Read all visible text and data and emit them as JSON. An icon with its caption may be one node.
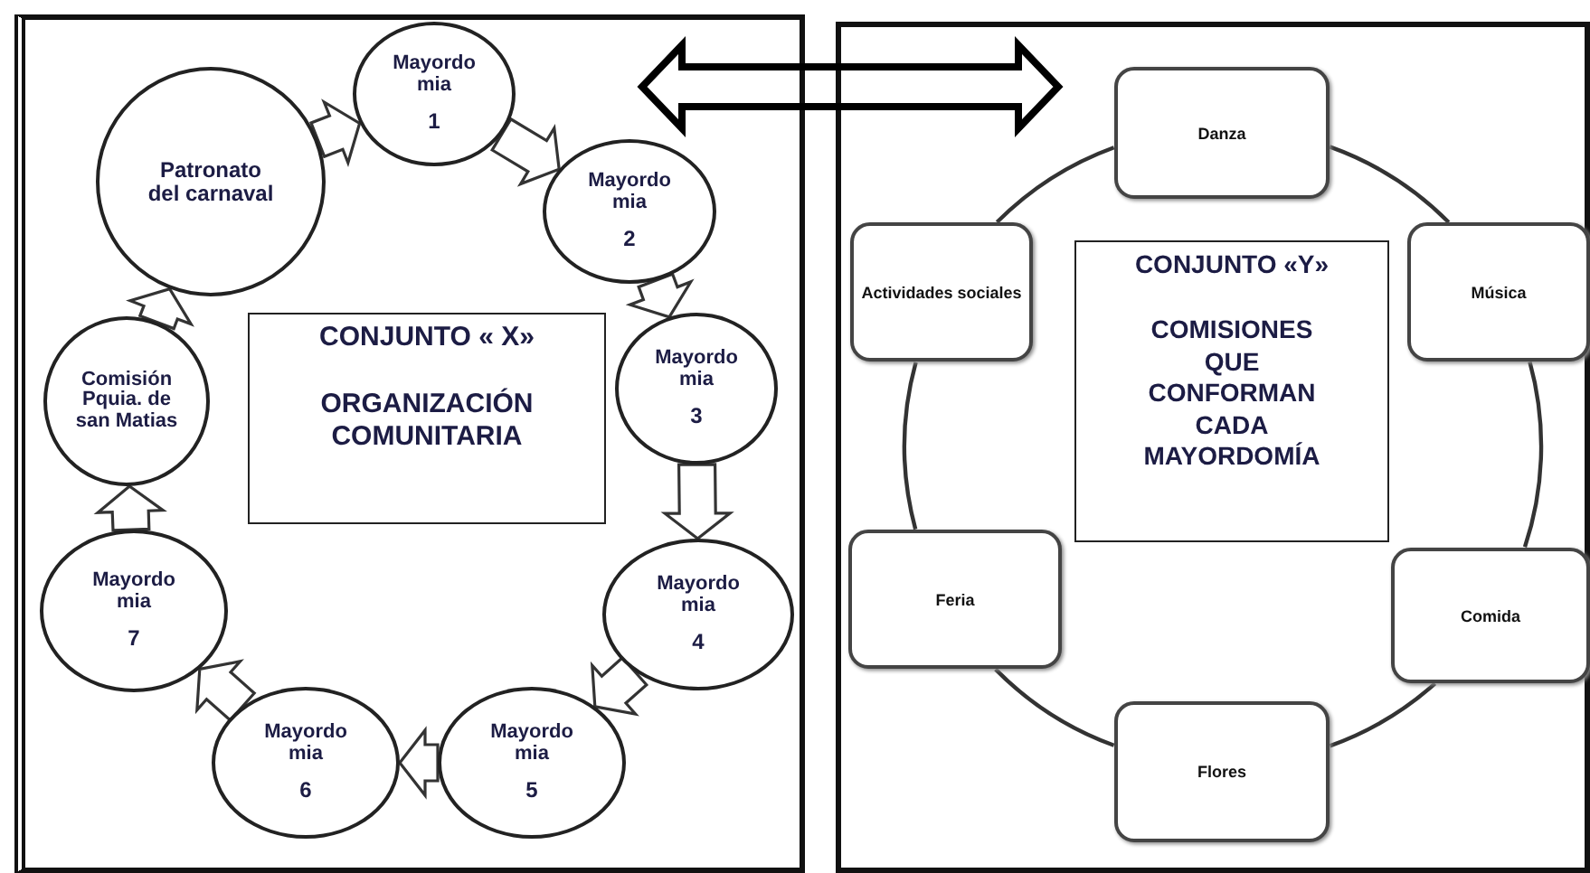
{
  "diagram": {
    "nodes": [
      {
        "text": [],
        "shape": "box"
      },
      {
        "text": [
          "Mayordo mia",
          "1"
        ],
        "in": 0
      },
      {
        "text": [
          "Patronato del carnaval"
        ],
        "in": 0
      },
      {
        "text": [
          "Mayordo mia",
          "2"
        ],
        "in": 0
      },
      {
        "text": [
          "CONJUNTO « X»",
          "ORGANIZACIÓN COMUNITARIA"
        ],
        "in": 0
      },
      {
        "text": [
          "Comisión Pquia. de san Matias"
        ],
        "in": 0
      },
      {
        "text": [
          "Mayordo mia",
          "3"
        ],
        "in": 0
      },
      {
        "text": [
          "Mayordo mia",
          "7"
        ],
        "in": 0
      },
      {
        "text": [
          "Mayordo mia",
          "4"
        ],
        "in": 0
      },
      {
        "text": [
          "Mayordo mia",
          "6"
        ],
        "in": 0
      },
      {
        "text": [
          "Mayordo mia",
          "5"
        ],
        "in": 0
      },
      {
        "text": [],
        "shape": "box"
      },
      {
        "text": [
          "Danza"
        ],
        "in": 11
      },
      {
        "text": [
          "Actividades sociales"
        ],
        "in": 11
      },
      {
        "text": [
          "CONJUNTO «Y»",
          "COMISIONES QUE CONFORMAN CADA MAYORDOMÍA"
        ],
        "in": 11
      },
      {
        "text": [
          "Música"
        ],
        "in": 11
      },
      {
        "text": [
          "Feria"
        ],
        "in": 11
      },
      {
        "text": [
          "Comida"
        ],
        "in": 11
      },
      {
        "text": [
          "Flores"
        ],
        "in": 11
      }
    ],
    "edges": [
      {
        "from": 2,
        "to": 1,
        "arrow": "to",
        "style": "thick"
      },
      {
        "from": 1,
        "to": 3,
        "arrow": "to",
        "style": "thick"
      },
      {
        "from": 3,
        "to": 6,
        "arrow": "to",
        "style": "thick"
      },
      {
        "from": 6,
        "to": 8,
        "arrow": "to",
        "style": "thick"
      },
      {
        "from": 8,
        "to": 10,
        "arrow": "to",
        "style": "thick"
      },
      {
        "from": 10,
        "to": 9,
        "arrow": "to",
        "style": "thick"
      },
      {
        "from": 9,
        "to": 7,
        "arrow": "to",
        "style": "thick"
      },
      {
        "from": 7,
        "to": 5,
        "arrow": "to",
        "style": "thick"
      },
      {
        "from": 5,
        "to": 2,
        "arrow": "to",
        "style": "thick"
      },
      {
        "from": 0,
        "to": 11,
        "arrow": "both",
        "style": "thick"
      },
      {
        "from": 12,
        "to": 15,
        "arrow": "none"
      },
      {
        "from": 15,
        "to": 17,
        "arrow": "none"
      },
      {
        "from": 17,
        "to": 18,
        "arrow": "none"
      },
      {
        "from": 18,
        "to": 16,
        "arrow": "none"
      },
      {
        "from": 16,
        "to": 13,
        "arrow": "none"
      },
      {
        "from": 13,
        "to": 12,
        "arrow": "none"
      }
    ]
  }
}
